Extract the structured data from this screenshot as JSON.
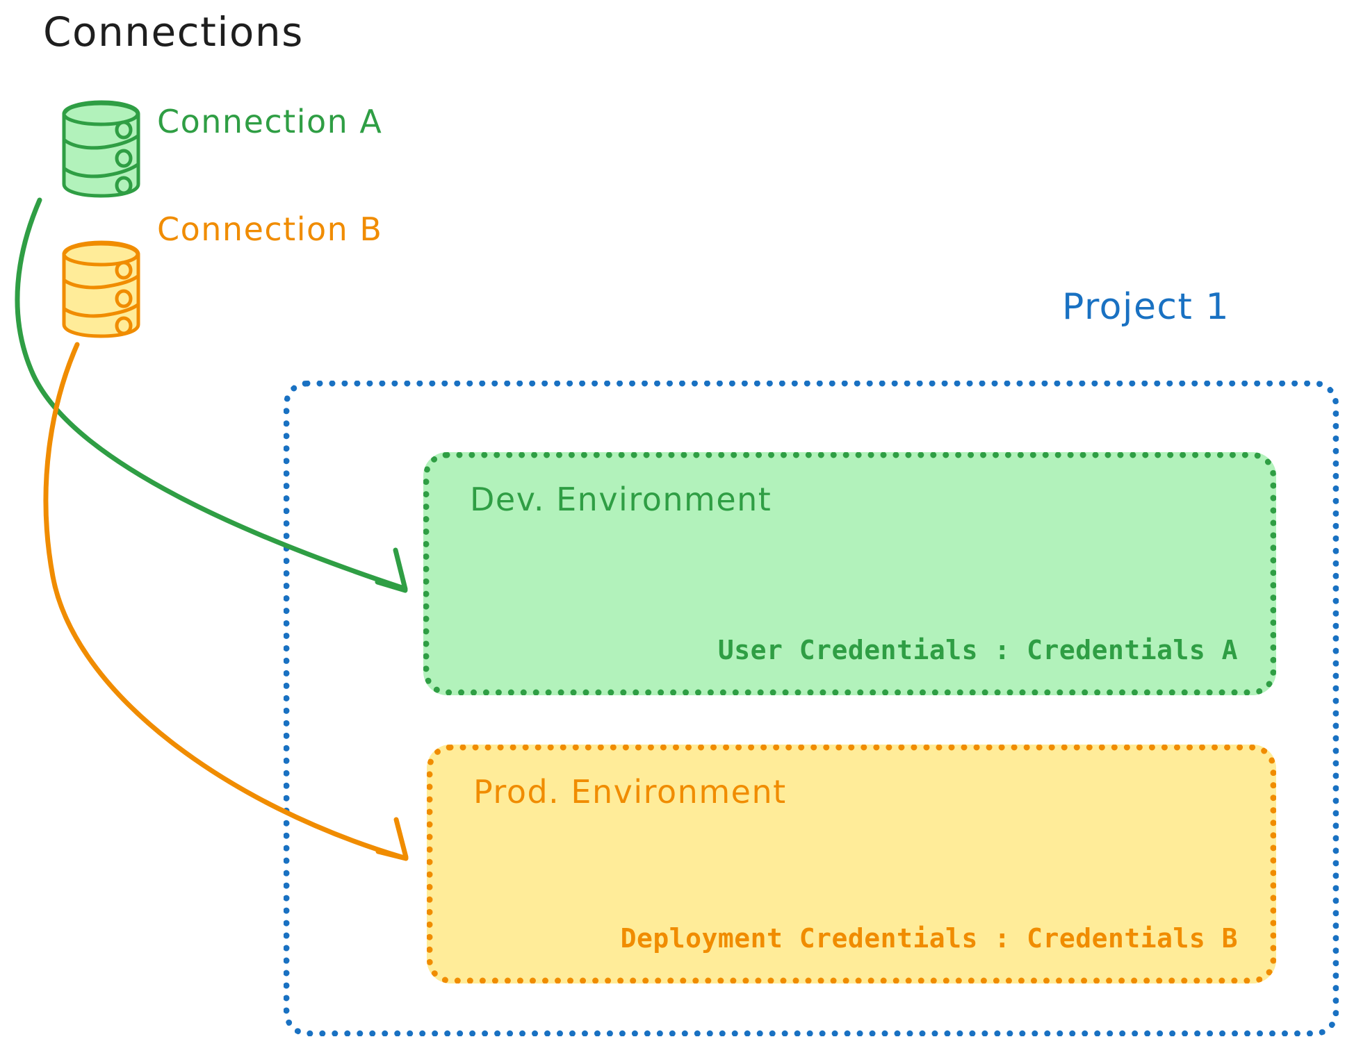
{
  "heading": {
    "text": "Connections"
  },
  "connections": [
    {
      "id": "connection-a",
      "label": "Connection A",
      "icon": "database-cylinder-icon",
      "color": "#2f9e44",
      "fill": "#b2f2bb"
    },
    {
      "id": "connection-b",
      "label": "Connection B",
      "icon": "database-cylinder-icon",
      "color": "#f08c00",
      "fill": "#ffec99"
    }
  ],
  "project": {
    "title": "Project 1",
    "color": "#1971c2",
    "environments": [
      {
        "id": "dev-environment",
        "title": "Dev. Environment",
        "credentials_label": "User Credentials : Credentials A",
        "color": "#2f9e44",
        "fill": "#b2f2bb"
      },
      {
        "id": "prod-environment",
        "title": "Prod. Environment",
        "credentials_label": "Deployment Credentials : Credentials B",
        "color": "#f08c00",
        "fill": "#ffec99"
      }
    ]
  },
  "arrows": [
    {
      "id": "arrow-connection-a-to-dev",
      "from": "connection-a",
      "to": "dev-environment",
      "color": "#2f9e44"
    },
    {
      "id": "arrow-connection-b-to-prod",
      "from": "connection-b",
      "to": "prod-environment",
      "color": "#f08c00"
    }
  ],
  "colors": {
    "heading": "#1e1e1e",
    "green": "#2f9e44",
    "green_fill": "#b2f2bb",
    "orange": "#f08c00",
    "orange_fill": "#ffec99",
    "blue": "#1971c2",
    "background": "#ffffff"
  }
}
